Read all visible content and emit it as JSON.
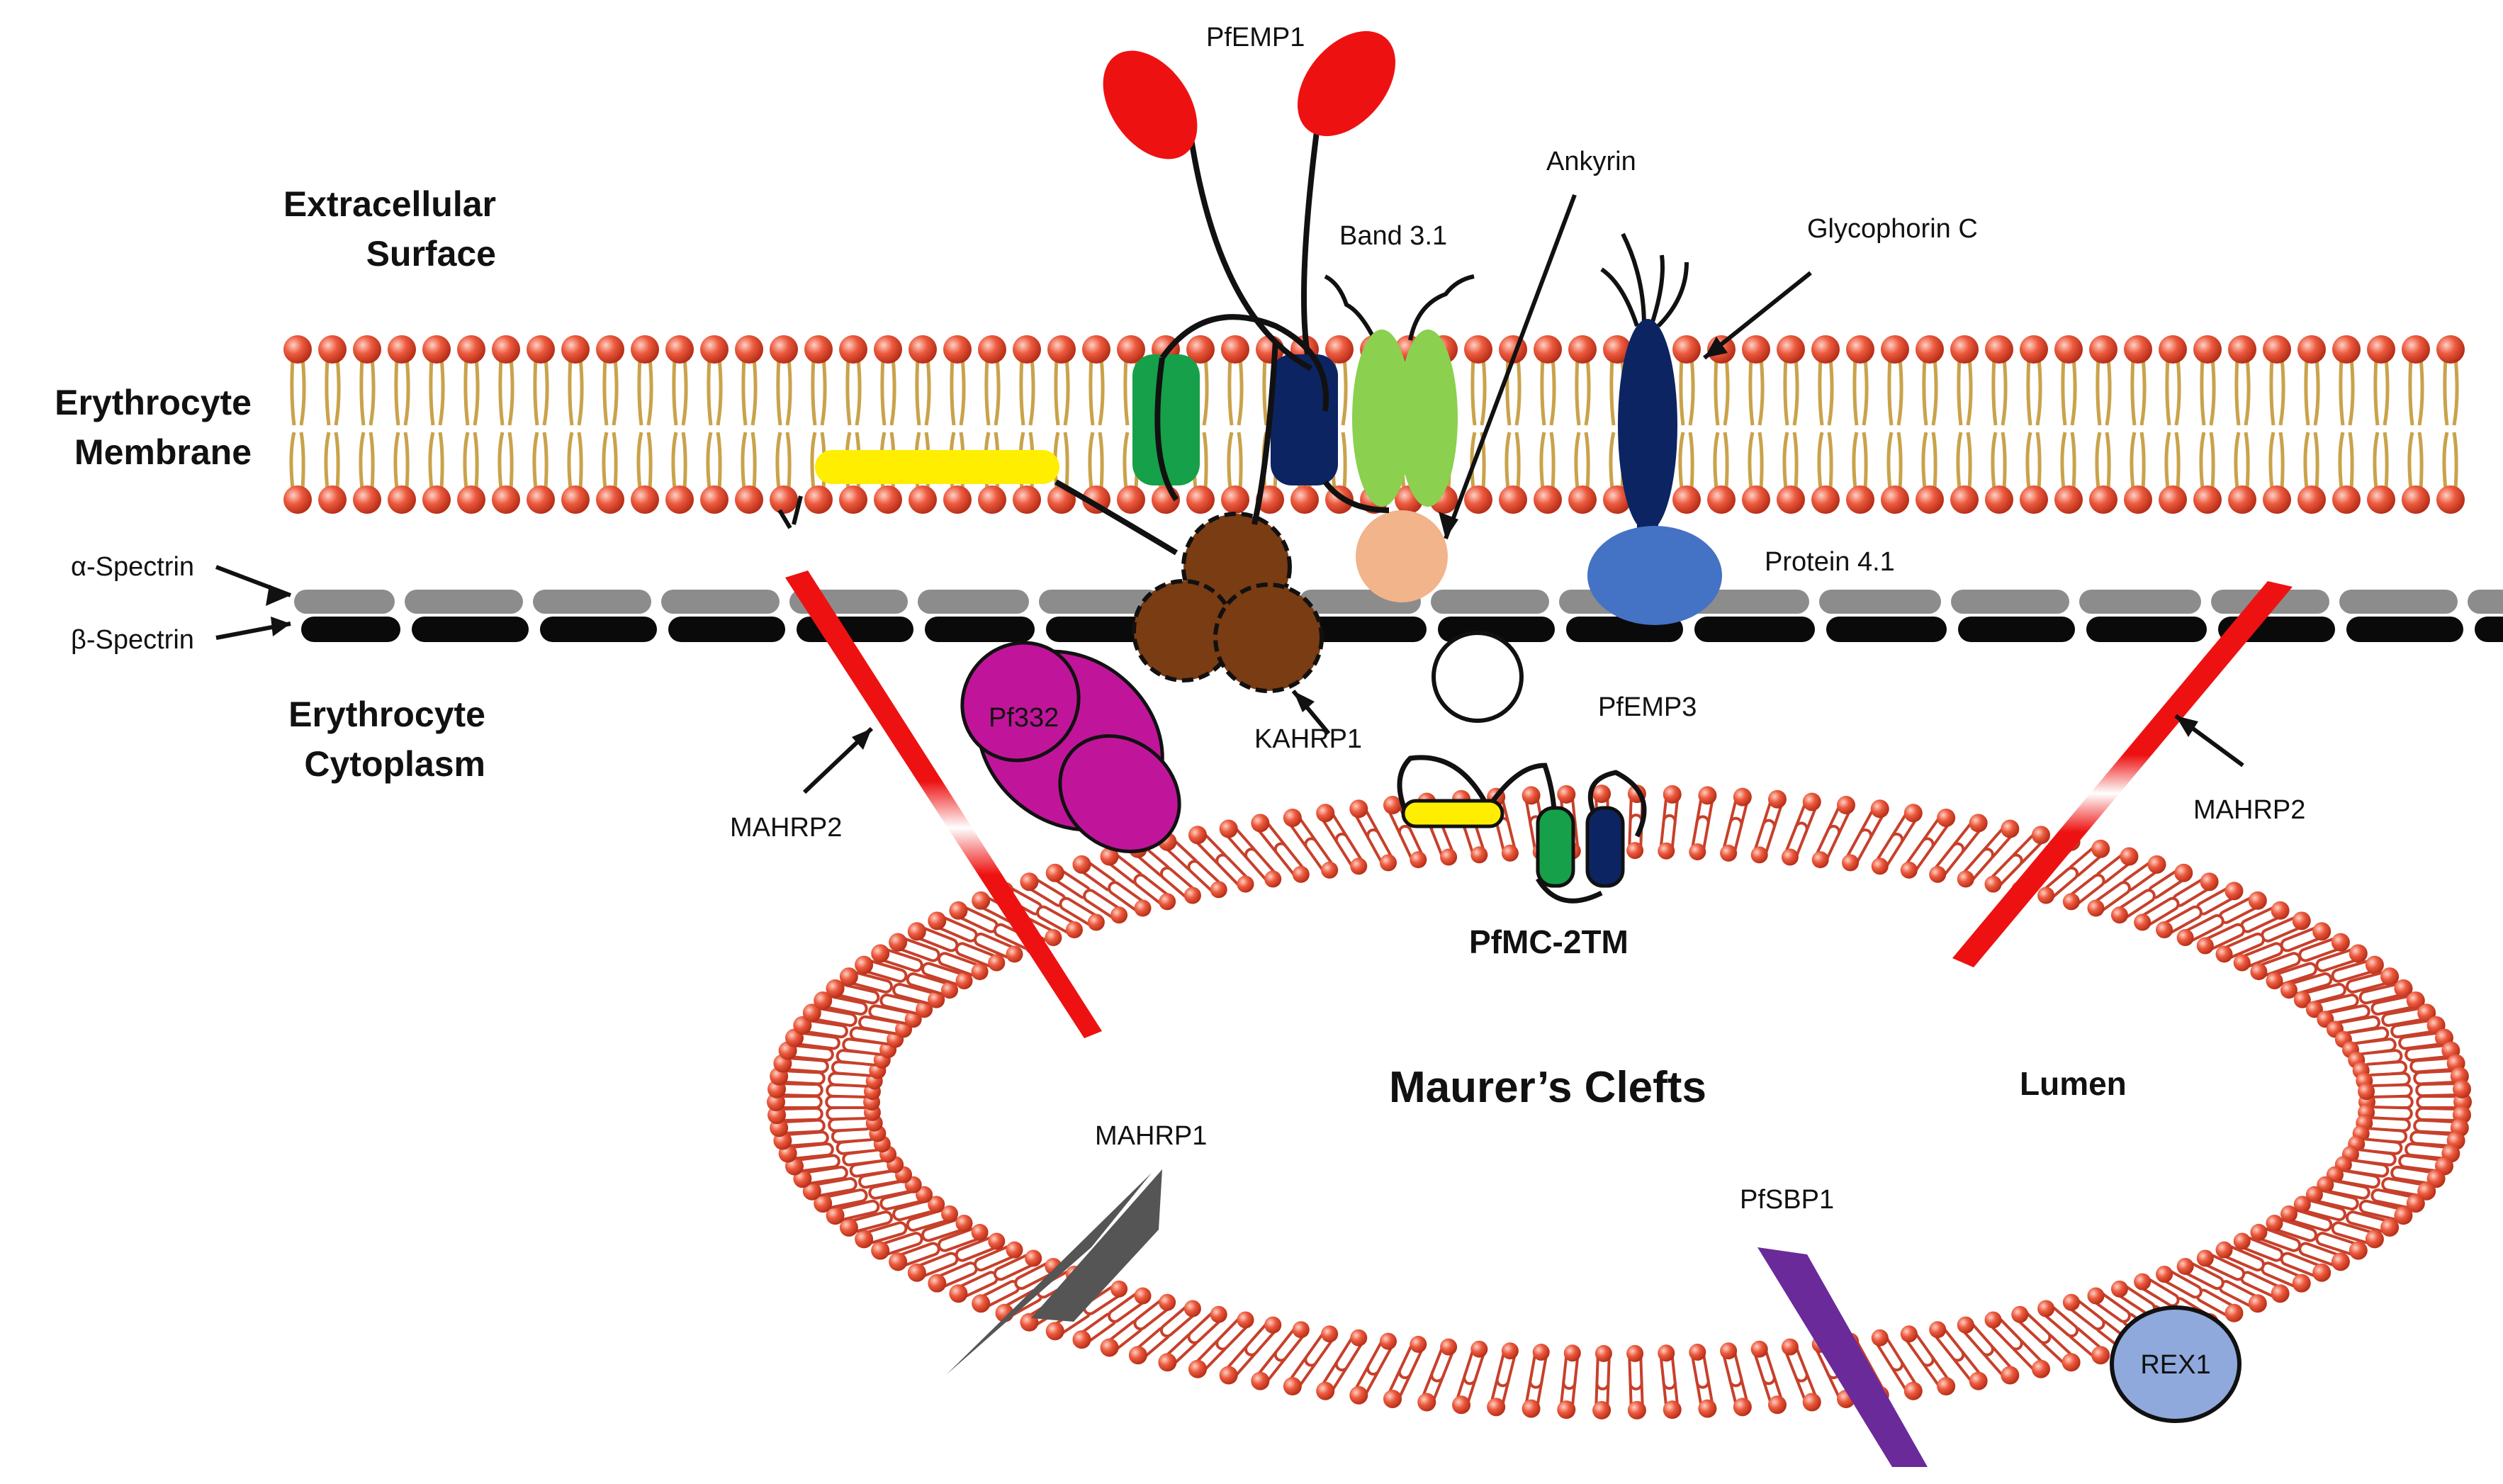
{
  "labels": {
    "pfemp1": "PfEMP1",
    "ankyrin": "Ankyrin",
    "band31": "Band 3.1",
    "glycophorin_c": "Glycophorin C",
    "extracellular_line1": "Extracellular",
    "extracellular_line2": "Surface",
    "membrane_line1": "Erythrocyte",
    "membrane_line2": "Membrane",
    "alpha_spectrin": "α-Spectrin",
    "beta_spectrin": "β-Spectrin",
    "protein41": "Protein 4.1",
    "cytoplasm_line1": "Erythrocyte",
    "cytoplasm_line2": "Cytoplasm",
    "pf332": "Pf332",
    "kahrp1": "KAHRP1",
    "pfemp3": "PfEMP3",
    "mahrp2_left": "MAHRP2",
    "mahrp2_right": "MAHRP2",
    "pfmc2tm": "PfMC-2TM",
    "maurers_clefts": "Maurer’s Clefts",
    "lumen": "Lumen",
    "mahrp1": "MAHRP1",
    "pfsbp1": "PfSBP1",
    "rex1": "REX1"
  },
  "colors": {
    "lipid_head": "#e8452f",
    "lipid_tail": "#c9a24a",
    "cleft_lipid": "#c7402b",
    "pfemp1": "#ee1111",
    "green_protein": "#16a04a",
    "navy_protein": "#0d2462",
    "band31": "#8bd04e",
    "protein41_peach": "#f2b48b",
    "protein41_blue": "#4472c4",
    "yellow_protein": "#ffee00",
    "alpha_spectrin": "#8c8c8c",
    "beta_spectrin": "#0a0a0a",
    "kahrp": "#7a3c12",
    "pf332": "#c0159a",
    "mahrp2": "#ee1111",
    "mahrp1": "#555555",
    "pfsbp1": "#6a2a9a",
    "rex1": "#8fa9dc"
  }
}
